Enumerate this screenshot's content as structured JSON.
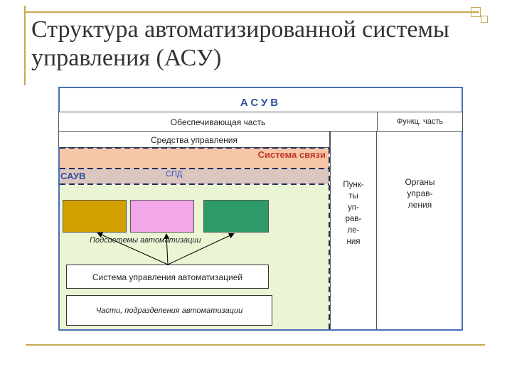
{
  "title": "Структура автоматизированной системы управления (АСУ)",
  "diagram": {
    "header": "АСУВ",
    "support_part": "Обеспечивающая часть",
    "func_part": "Функц. часть",
    "control_means": "Средства управления",
    "comm_system": "Система связи",
    "sauv": "САУВ",
    "spd": "СПД",
    "points": [
      "Пунк-",
      "ты",
      "уп-",
      "рав-",
      "ле-",
      "ния"
    ],
    "organs": [
      "Органы",
      "управ-",
      "ления"
    ],
    "subsystems_label": "Подсистемы автоматизации",
    "automation_control": "Система управления автоматизацией",
    "automation_units": "Части, подразделения автоматизации",
    "colors": {
      "block1": "#d4a000",
      "block2": "#f3a6e8",
      "block3": "#2e9a68",
      "comm_band": "#f6c6a6",
      "sauv_band": "#dcc6c0",
      "green_area": "#eaf5d4",
      "header": "#2f4fa0",
      "comm_text": "#c0392b",
      "spd_text": "#3050c0"
    }
  }
}
